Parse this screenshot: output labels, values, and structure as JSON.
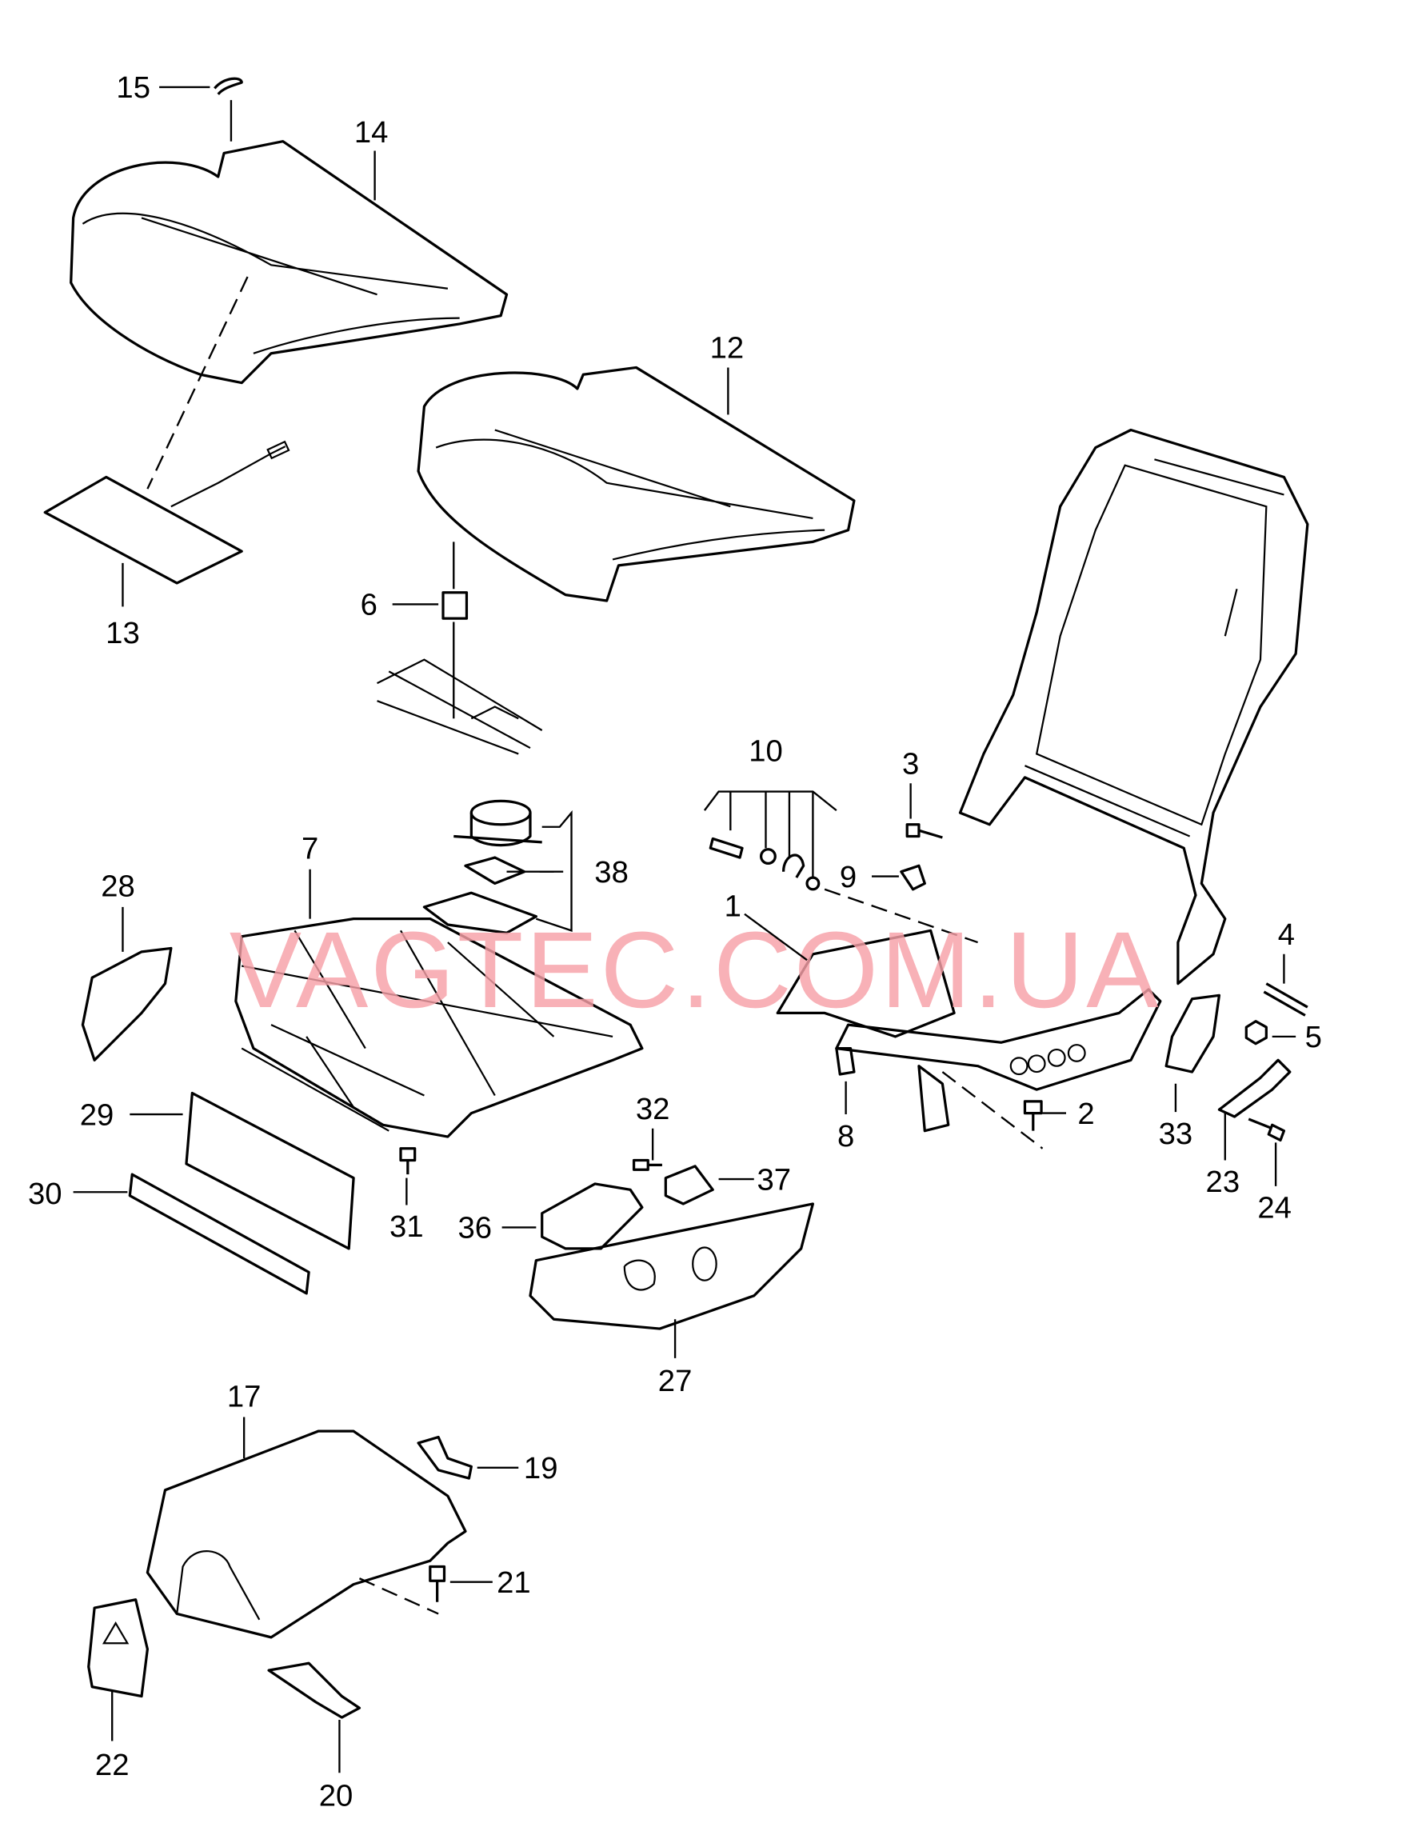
{
  "diagram": {
    "watermark": "VAGTEC.COM.UA",
    "callouts": {
      "p1": "1",
      "p2": "2",
      "p3": "3",
      "p4": "4",
      "p5": "5",
      "p6": "6",
      "p7": "7",
      "p8": "8",
      "p9": "9",
      "p10": "10",
      "p12": "12",
      "p13": "13",
      "p14": "14",
      "p15": "15",
      "p17": "17",
      "p19": "19",
      "p20": "20",
      "p21": "21",
      "p22": "22",
      "p23": "23",
      "p24": "24",
      "p27": "27",
      "p28": "28",
      "p29": "29",
      "p30": "30",
      "p31": "31",
      "p32": "32",
      "p33": "33",
      "p36": "36",
      "p37": "37",
      "p38": "38"
    }
  }
}
